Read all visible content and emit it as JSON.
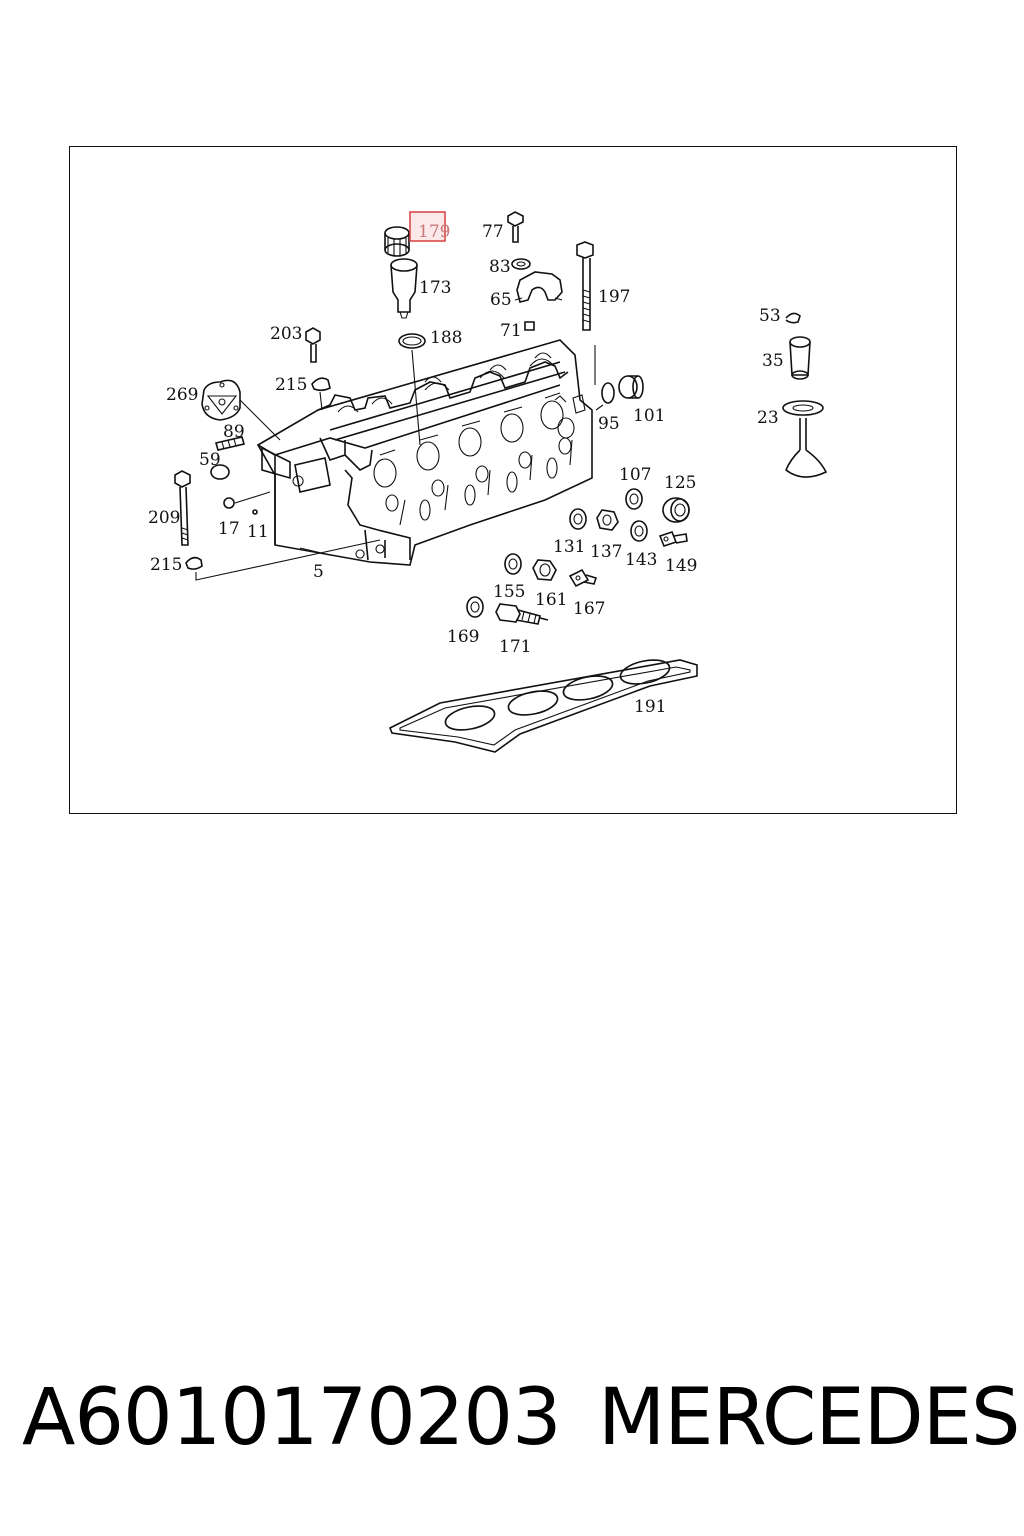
{
  "diagram": {
    "highlighted_callout": "179",
    "callouts": {
      "c179": "179",
      "c77": "77",
      "c83": "83",
      "c173": "173",
      "c65": "65",
      "c197": "197",
      "c71": "71",
      "c203": "203",
      "c188": "188",
      "c53": "53",
      "c35": "35",
      "c269": "269",
      "c215a": "215",
      "c23": "23",
      "c95": "95",
      "c101": "101",
      "c89": "89",
      "c59": "59",
      "c107": "107",
      "c125": "125",
      "c209": "209",
      "c17": "17",
      "c11": "11",
      "c131": "131",
      "c137": "137",
      "c143": "143",
      "c149": "149",
      "c215b": "215",
      "c5": "5",
      "c155": "155",
      "c161": "161",
      "c167": "167",
      "c169": "169",
      "c171": "171",
      "c191": "191"
    },
    "highlight_color": "#d94a4a"
  },
  "caption": {
    "part_number": "A6010170203",
    "brand": "MERCEDES"
  }
}
